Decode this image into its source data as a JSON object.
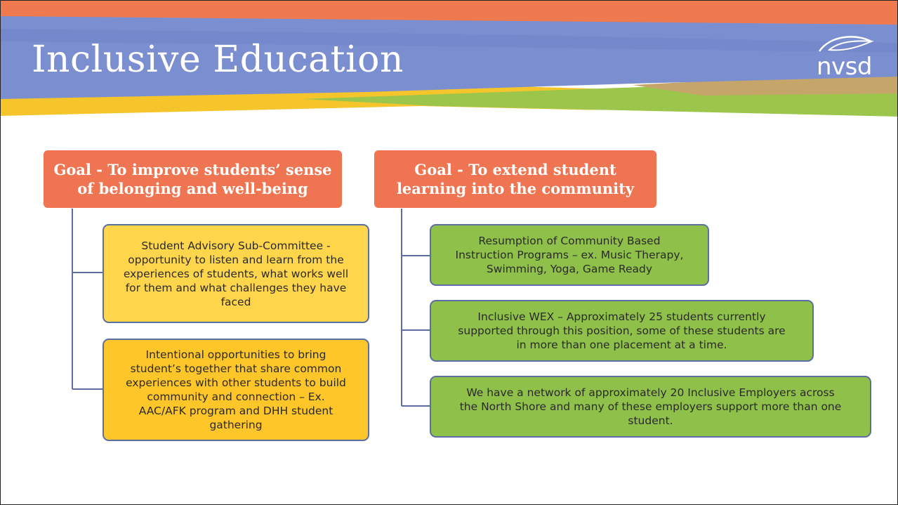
{
  "slide": {
    "title": "Inclusive Education",
    "logo_text": "nvsd"
  },
  "colors": {
    "goal_header": "#ef7451",
    "card_yellow_light": "#ffd54b",
    "card_yellow": "#ffc629",
    "card_green": "#8fc04a",
    "card_border": "#5a6ea3",
    "banner_blue": "#7b8fd0",
    "banner_orange": "#f07a4f",
    "banner_yellow": "#f6c52c",
    "banner_green": "#9cc64b"
  },
  "left_column": {
    "goal_lines": [
      "Goal - To improve students’ sense",
      "of belonging and well-being"
    ],
    "items": [
      {
        "lines": [
          "Student Advisory Sub-Committee -",
          "opportunity to listen and learn from the",
          "experiences of students, what works well",
          "for them and what challenges they have",
          "faced"
        ]
      },
      {
        "lines": [
          "Intentional opportunities to bring",
          "student’s together that share common",
          "experiences with other students to build",
          "community and connection – Ex.",
          "AAC/AFK program and DHH student",
          "gathering"
        ]
      }
    ]
  },
  "right_column": {
    "goal_lines": [
      "Goal - To extend student",
      "learning into the community"
    ],
    "items": [
      {
        "lines": [
          "Resumption of Community Based",
          "Instruction Programs – ex. Music Therapy,",
          "Swimming, Yoga, Game Ready"
        ]
      },
      {
        "lines": [
          "Inclusive WEX – Approximately 25 students currently",
          "supported through this position, some of these students are",
          "in more than one placement at a time."
        ]
      },
      {
        "lines": [
          "We have a network of approximately 20 Inclusive Employers across",
          "the North Shore and many of these employers support more than one",
          "student."
        ]
      }
    ]
  }
}
